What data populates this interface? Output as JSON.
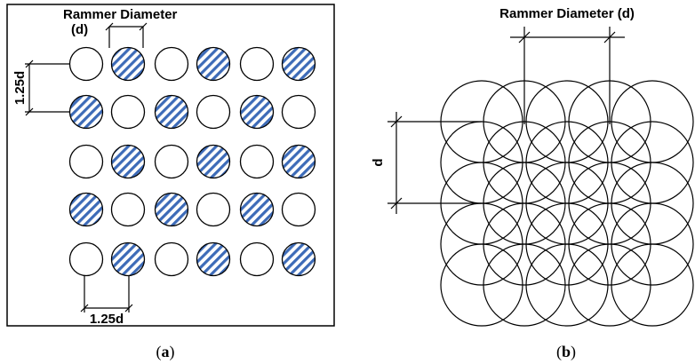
{
  "panel_a": {
    "title_line1": "Rammer Diameter",
    "title_line2": "(d)",
    "spacing_label_vertical": "1.25d",
    "spacing_label_horizontal": "1.25d",
    "caption_open": "(",
    "caption_letter": "a",
    "caption_close": ")",
    "grid": {
      "rows": 5,
      "cols": 6,
      "hatched": [
        [
          0,
          1,
          0,
          1,
          0,
          1
        ],
        [
          1,
          0,
          1,
          0,
          1,
          0
        ],
        [
          0,
          1,
          0,
          1,
          0,
          1
        ],
        [
          1,
          0,
          1,
          0,
          1,
          0
        ],
        [
          0,
          1,
          0,
          1,
          0,
          1
        ]
      ]
    },
    "hatch_color": "#3d6bb8"
  },
  "panel_b": {
    "title": "Rammer Diameter  (d)",
    "spacing_label": "d",
    "caption_open": "(",
    "caption_letter": "b",
    "caption_close": ")",
    "grid": {
      "rows": 5,
      "cols": 5
    }
  }
}
